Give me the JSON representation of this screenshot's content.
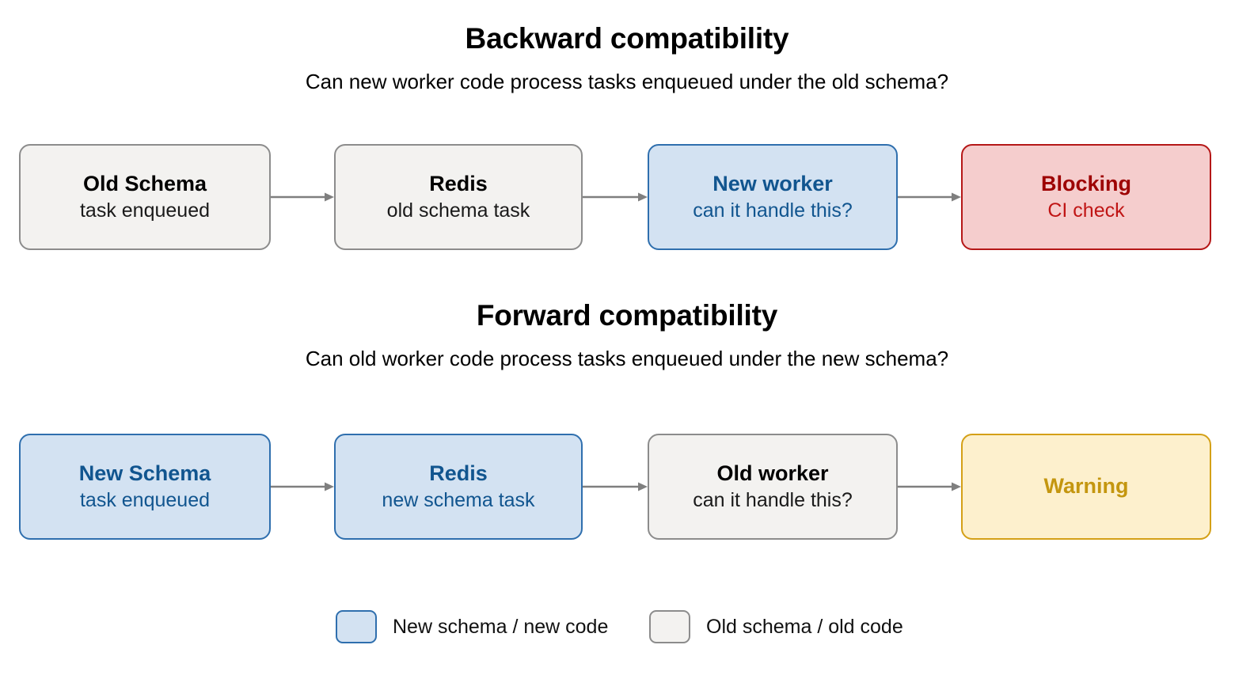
{
  "sections": [
    {
      "id": "backward",
      "title": "Backward compatibility",
      "subtitle": "Can new worker code process tasks enqueued under the old schema?",
      "nodes": [
        {
          "title": "Old Schema",
          "subtitle": "task enqueued",
          "style": "gray"
        },
        {
          "title": "Redis",
          "subtitle": "old schema task",
          "style": "gray"
        },
        {
          "title": "New worker",
          "subtitle": "can it handle this?",
          "style": "blue"
        },
        {
          "title": "Blocking",
          "subtitle": "CI check",
          "style": "red"
        }
      ]
    },
    {
      "id": "forward",
      "title": "Forward compatibility",
      "subtitle": "Can old worker code process tasks enqueued under the new schema?",
      "nodes": [
        {
          "title": "New Schema",
          "subtitle": "task enqueued",
          "style": "blue"
        },
        {
          "title": "Redis",
          "subtitle": "new schema task",
          "style": "blue"
        },
        {
          "title": "Old worker",
          "subtitle": "can it handle this?",
          "style": "gray"
        },
        {
          "title": "Warning",
          "subtitle": "",
          "style": "yellow"
        }
      ]
    }
  ],
  "legend": {
    "items": [
      {
        "label": "New schema / new code",
        "swatch": "blue"
      },
      {
        "label": "Old schema / old code",
        "swatch": "gray"
      }
    ]
  },
  "colors": {
    "blue_fill": "#d3e2f2",
    "blue_border": "#2f6fae",
    "blue_text": "#11558f",
    "gray_fill": "#f3f2f0",
    "gray_border": "#8c8c8c",
    "gray_text": "#000000",
    "red_fill": "#f5cdcd",
    "red_border": "#b51717",
    "red_text": "#9d0000",
    "yellow_fill": "#fdf0cd",
    "yellow_border": "#d4a017",
    "yellow_text": "#c4960f",
    "arrow": "#7f7f7f",
    "background": "#ffffff"
  },
  "icons": {
    "arrow": "arrow-right-icon"
  }
}
